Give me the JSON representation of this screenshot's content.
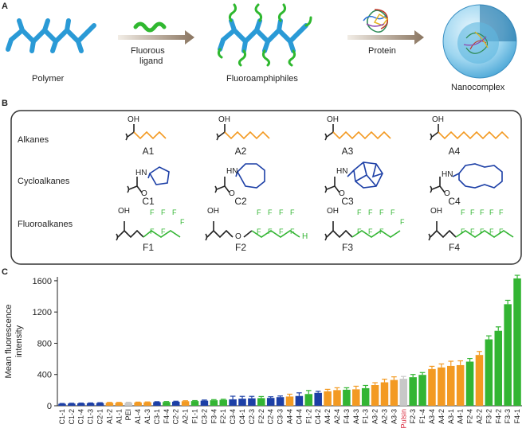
{
  "colors": {
    "polymer": "#2a9ad6",
    "ligand": "#2fb82f",
    "arrow": "#8a7560",
    "alkane": "#f39a22",
    "cycloalkane": "#1c3fa6",
    "fluoro": "#33b533",
    "gray_bar": "#c8c8c8",
    "pulsin_label": "#d9263a"
  },
  "panel_a": {
    "letter": "A",
    "polymer_label": "Polymer",
    "ligand_label_1": "Fluorous",
    "ligand_label_2": "ligand",
    "amphiphile_label": "Fluoroamphiphiles",
    "protein_label": "Protein",
    "nanocomplex_label": "Nanocomplex"
  },
  "panel_b": {
    "letter": "B",
    "rows": [
      {
        "label": "Alkanes",
        "compounds": [
          "A1",
          "A2",
          "A3",
          "A4"
        ]
      },
      {
        "label": "Cycloalkanes",
        "compounds": [
          "C1",
          "C2",
          "C3",
          "C4"
        ]
      },
      {
        "label": "Fluoroalkanes",
        "compounds": [
          "F1",
          "F2",
          "F3",
          "F4"
        ]
      }
    ],
    "atoms": {
      "oh": "OH",
      "hn": "HN",
      "o": "O",
      "f": "F",
      "h": "H"
    }
  },
  "panel_c": {
    "letter": "C",
    "chart_data": {
      "type": "bar",
      "ylabel": "Mean fluorescence intensity",
      "ylim": [
        0,
        1650
      ],
      "yticks": [
        0,
        400,
        800,
        1200,
        1600
      ],
      "categories": [
        "C1-1",
        "C1-2",
        "C1-4",
        "C1-3",
        "C2-1",
        "A1-2",
        "A1-1",
        "PEI",
        "A1-4",
        "A1-3",
        "C3-1",
        "F4-4",
        "C2-2",
        "A2-1",
        "F1-1",
        "C3-2",
        "F3-4",
        "F2-1",
        "C3-4",
        "C4-1",
        "C2-3",
        "F2-2",
        "C2-4",
        "C3-3",
        "A4-4",
        "C4-4",
        "F1-2",
        "C4-2",
        "A4-2",
        "A2-4",
        "F4-3",
        "A4-3",
        "F1-3",
        "A3-2",
        "A2-3",
        "A3-3",
        "Pulsin",
        "F2-3",
        "F1-4",
        "A3-4",
        "A4-2",
        "A3-1",
        "A4-1",
        "F2-4",
        "A2-2",
        "F3-2",
        "F4-2",
        "F3-3",
        "F4-1"
      ],
      "values": [
        25,
        28,
        30,
        32,
        35,
        38,
        38,
        40,
        42,
        44,
        46,
        48,
        52,
        58,
        60,
        65,
        70,
        75,
        82,
        90,
        95,
        98,
        100,
        110,
        118,
        125,
        150,
        165,
        185,
        200,
        205,
        210,
        225,
        265,
        300,
        330,
        345,
        365,
        395,
        470,
        490,
        510,
        520,
        565,
        650,
        850,
        960,
        1300,
        1630
      ],
      "groups": [
        "C",
        "C",
        "C",
        "C",
        "C",
        "A",
        "A",
        "G",
        "A",
        "A",
        "C",
        "F",
        "C",
        "A",
        "F",
        "C",
        "F",
        "F",
        "C",
        "C",
        "C",
        "F",
        "C",
        "C",
        "A",
        "C",
        "F",
        "C",
        "A",
        "A",
        "F",
        "A",
        "F",
        "A",
        "A",
        "A",
        "P",
        "F",
        "F",
        "A",
        "A",
        "A",
        "A",
        "F",
        "A",
        "F",
        "F",
        "F",
        "F"
      ],
      "errors": [
        4,
        4,
        4,
        4,
        4,
        5,
        5,
        5,
        5,
        5,
        6,
        6,
        6,
        6,
        6,
        8,
        8,
        8,
        40,
        30,
        25,
        20,
        15,
        15,
        30,
        40,
        45,
        20,
        25,
        30,
        25,
        40,
        35,
        30,
        40,
        40,
        30,
        35,
        30,
        35,
        45,
        60,
        55,
        40,
        45,
        45,
        50,
        50,
        40
      ]
    }
  }
}
